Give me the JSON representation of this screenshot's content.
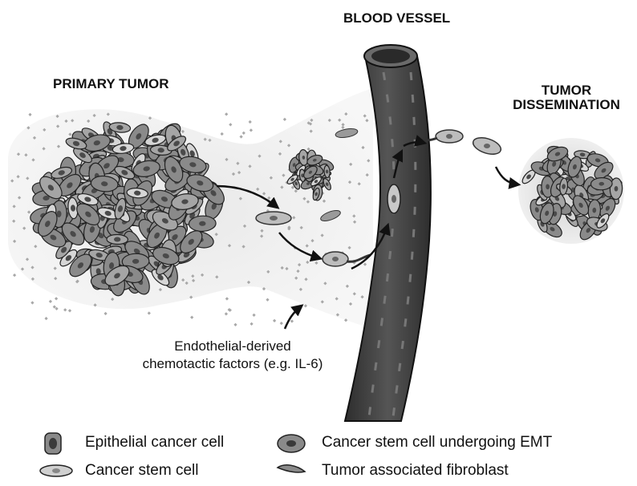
{
  "headings": {
    "primary_tumor": "PRIMARY TUMOR",
    "blood_vessel": "BLOOD VESSEL",
    "tumor_dissemination_line1": "TUMOR",
    "tumor_dissemination_line2": "DISSEMINATION"
  },
  "annotation": {
    "line1": "Endothelial-derived",
    "line2": "chemotactic factors (e.g. IL-6)"
  },
  "legend": [
    {
      "icon": "epithelial-cancer-cell-icon",
      "label": "Epithelial cancer cell"
    },
    {
      "icon": "cancer-stem-cell-emt-icon",
      "label": "Cancer stem cell undergoing EMT"
    },
    {
      "icon": "cancer-stem-cell-icon",
      "label": "Cancer stem cell"
    },
    {
      "icon": "tumor-associated-fibroblast-icon",
      "label": "Tumor associated fibroblast"
    }
  ],
  "colors": {
    "cell_dark": "#4a4a4a",
    "cell_mid": "#8a8a8a",
    "cell_light": "#d6d6d6",
    "vessel": "#3a3a3a",
    "tissue": "#e4e4e4"
  }
}
